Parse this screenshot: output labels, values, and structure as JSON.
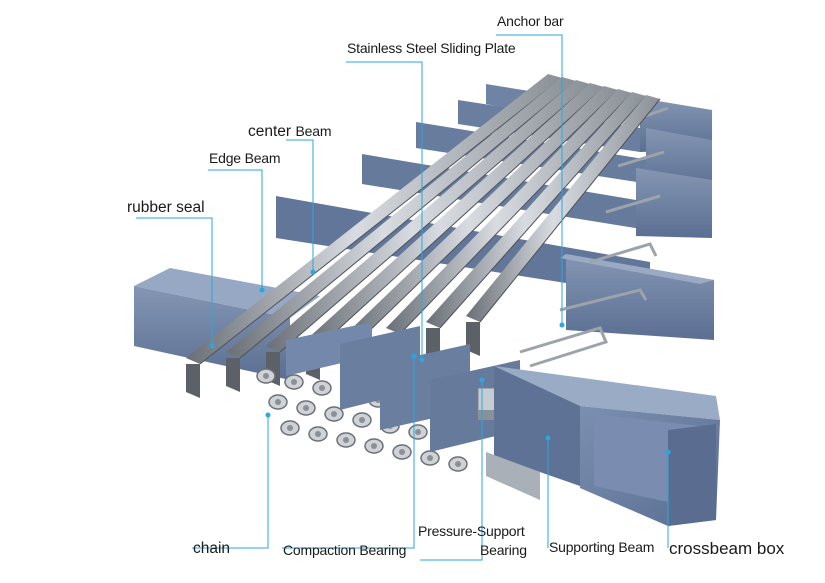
{
  "labels": {
    "anchor_bar": "Anchor bar",
    "stainless_plate": "Stainless Steel Sliding Plate",
    "center_beam_a": "center",
    "center_beam_b": "Beam",
    "edge_beam": "Edge Beam",
    "rubber_seal": "rubber seal",
    "chain": "chain",
    "compaction_bearing": "Compaction Bearing",
    "pressure_support_1": "Pressure-Support",
    "pressure_support_2": "Bearing",
    "supporting_beam": "Supporting Beam",
    "crossbeam_box": "crossbeam box"
  },
  "colors": {
    "block_face": "#6e84a6",
    "block_top": "#94a6c2",
    "block_dark": "#3f5173",
    "steel_light": "#d9dde2",
    "steel_mid": "#9ea4ab",
    "steel_dark": "#5c6168",
    "leader": "#2aa7e0"
  }
}
